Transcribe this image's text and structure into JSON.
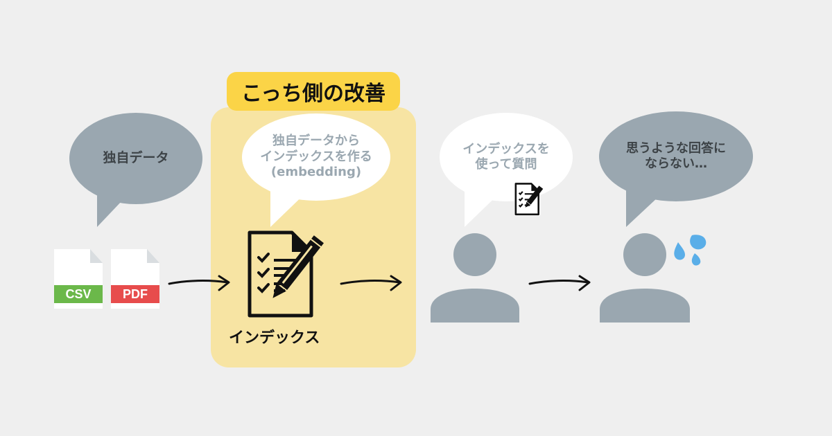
{
  "panel": {
    "title": "こっち側の改善"
  },
  "bubbles": {
    "data": "独自データ",
    "make_index": [
      "独自データから",
      "インデックスを作る",
      "(embedding)"
    ],
    "ask": [
      "インデックスを",
      "使って質問"
    ],
    "bad_answer": [
      "思うような回答に",
      "ならない…"
    ]
  },
  "files": {
    "csv": "CSV",
    "pdf": "PDF"
  },
  "index_label": "インデックス",
  "colors": {
    "background": "#efefef",
    "panel": "#f7e4a3",
    "panel_tag": "#fbd447",
    "gray": "#9aa7b0",
    "csv_band": "#6bb84a",
    "pdf_band": "#e74c4c",
    "sweat": "#5aaee8"
  }
}
